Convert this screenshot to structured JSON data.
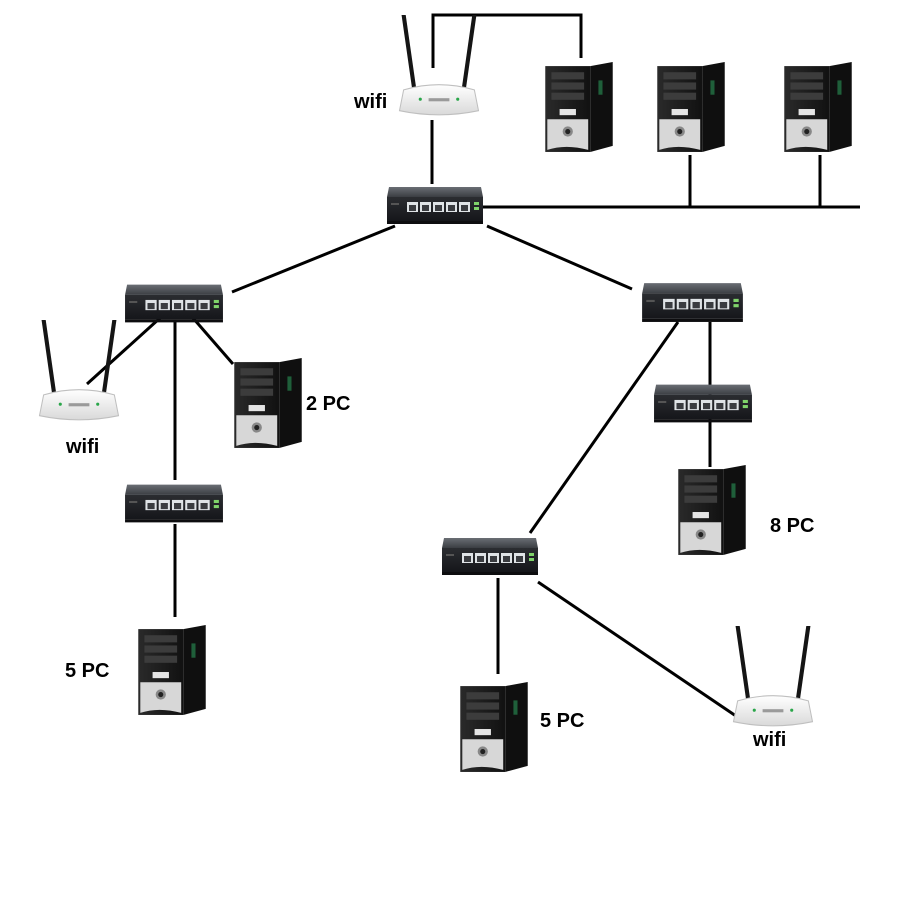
{
  "labels": {
    "top_wifi": "wifi",
    "left_wifi": "wifi",
    "bottom_right_wifi": "wifi",
    "left_group_pcs": "2 PC",
    "right_group_pcs": "8 PC",
    "left_bottom_pcs": "5 PC",
    "center_bottom_pcs": "5 PC"
  },
  "icons": {
    "switch": "network-switch-icon",
    "router": "wifi-router-icon",
    "pc": "pc-tower-icon"
  },
  "colors": {
    "line": "#000000",
    "switch_body": "#3a3d42",
    "router_body": "#f2f2f2",
    "pc_body": "#1e1e1e"
  }
}
